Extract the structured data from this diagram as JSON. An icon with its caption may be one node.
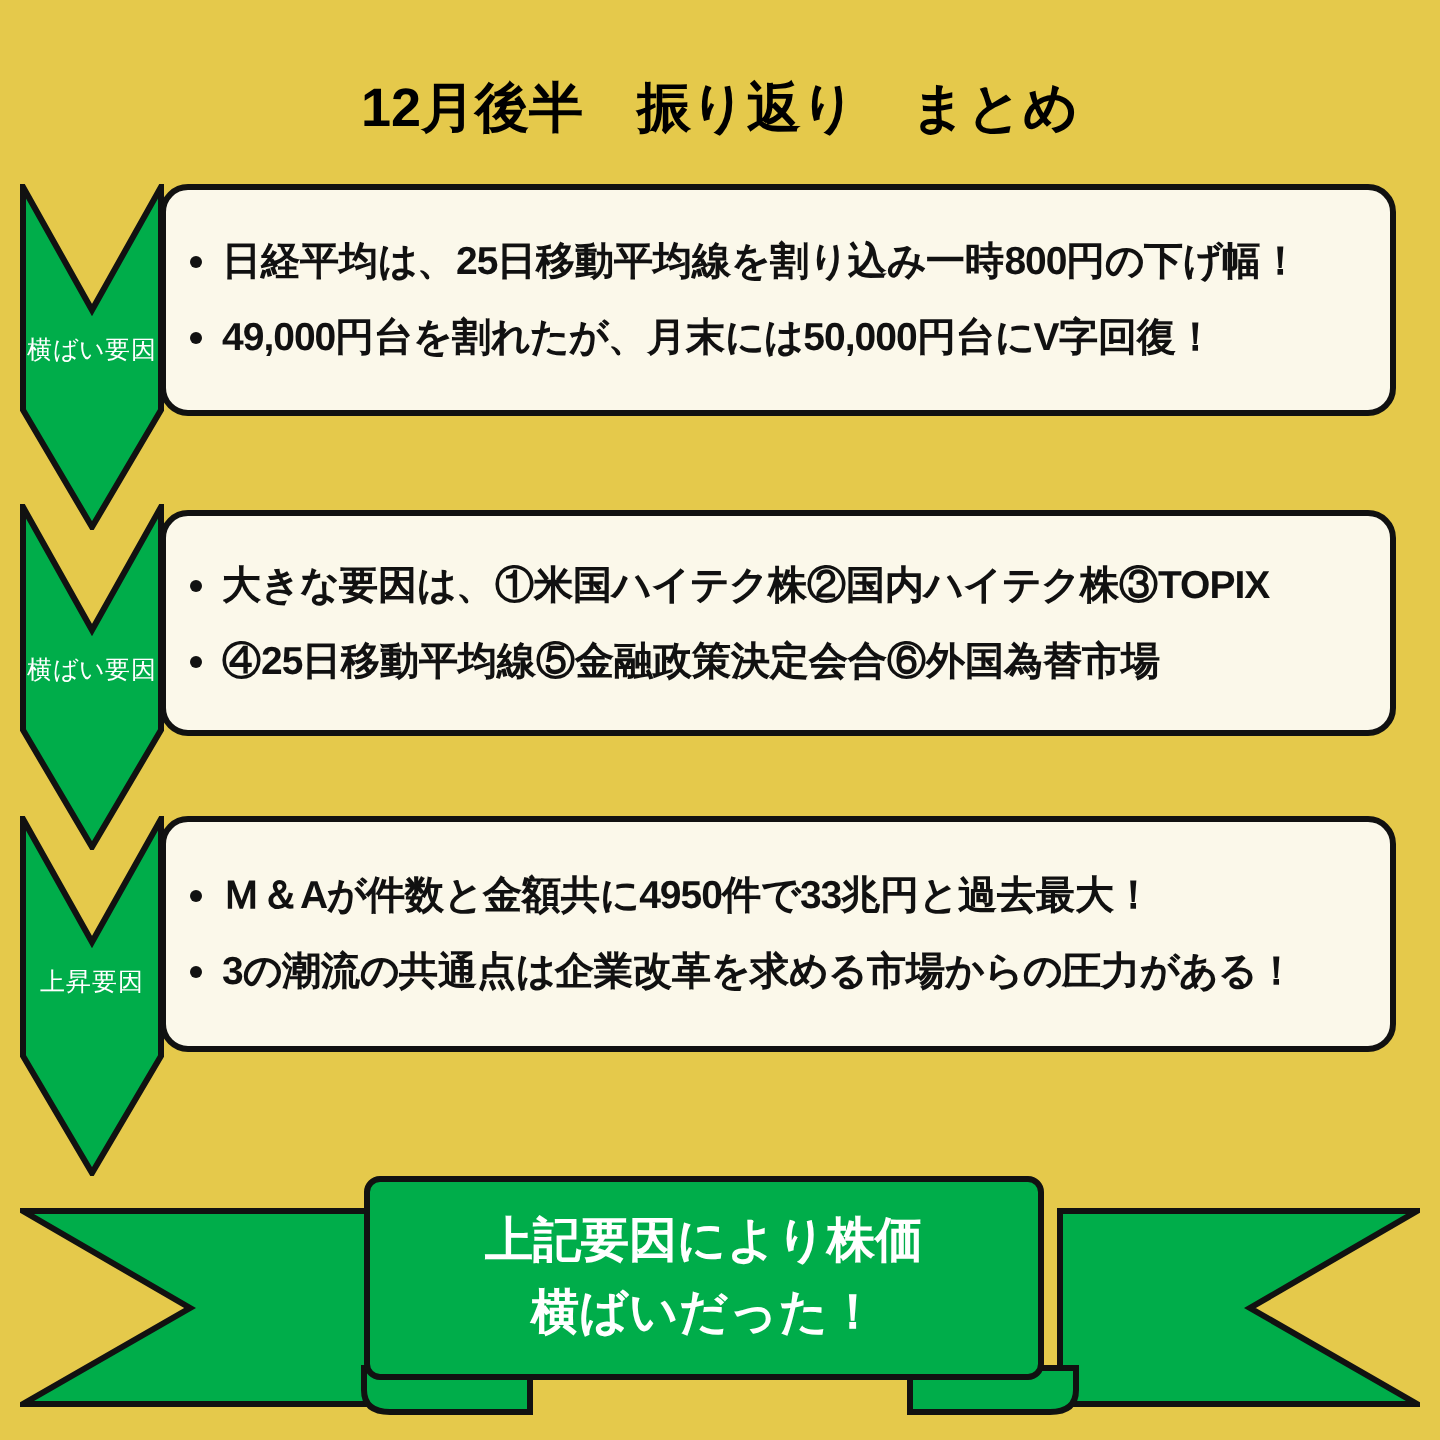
{
  "diagram": {
    "title": "12月後半　振り返り　まとめ",
    "nodes": [
      {
        "text": [
          "横ばい要因"
        ]
      },
      {
        "text": [
          "日経平均は、25日移動平均線を割り込み一時800円の下げ幅！",
          "49,000円台を割れたが、月末には50,000円台にV字回復！"
        ]
      },
      {
        "text": [
          "横ばい要因"
        ]
      },
      {
        "text": [
          "大きな要因は、①米国ハイテク株②国内ハイテク株③TOPIX",
          "④25日移動平均線⑤金融政策決定会合⑥外国為替市場"
        ]
      },
      {
        "text": [
          "上昇要因"
        ]
      },
      {
        "text": [
          "Ｍ＆Aが件数と金額共に4950件で33兆円と過去最大！",
          "3の潮流の共通点は企業改革を求める市場からの圧力がある！"
        ]
      },
      {
        "text": [
          "上記要因により株価横ばいだった！"
        ]
      }
    ]
  }
}
